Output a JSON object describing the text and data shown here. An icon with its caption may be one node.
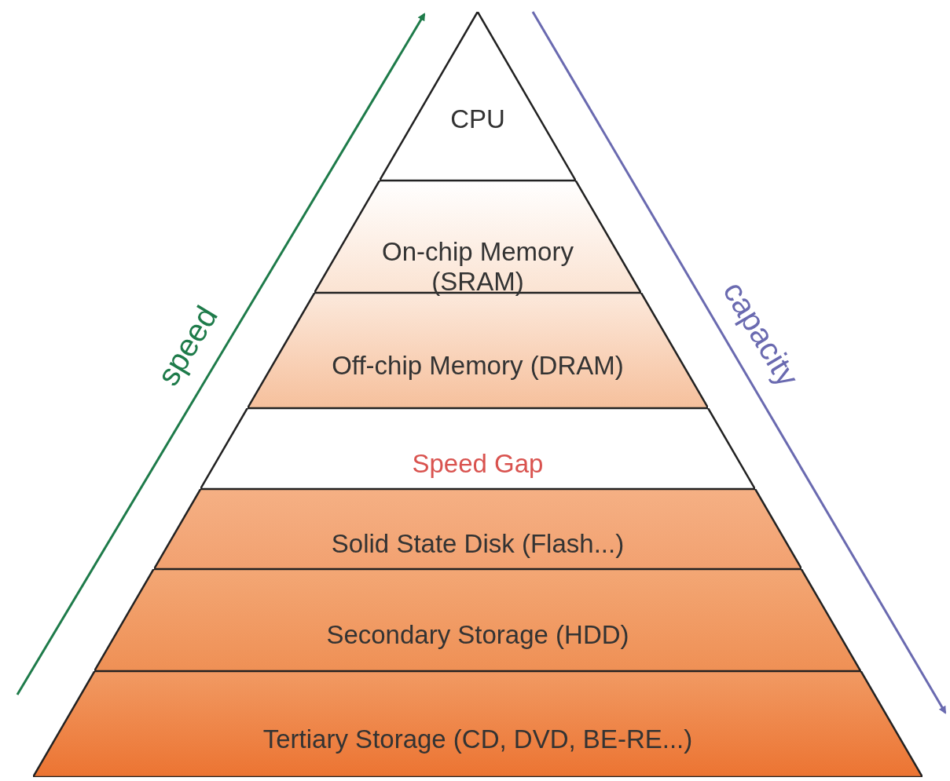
{
  "diagram": {
    "nodes": [
      {
        "text": [
          "CPU"
        ]
      },
      {
        "text": [
          "On-chip Memory (SRAM)"
        ]
      },
      {
        "text": [
          "Off-chip Memory (DRAM)"
        ]
      },
      {
        "text": [
          "Speed Gap"
        ]
      },
      {
        "text": [
          "Solid State Disk (Flash...)"
        ]
      },
      {
        "text": [
          "Secondary Storage (HDD)"
        ]
      },
      {
        "text": [
          "Tertiary Storage (CD, DVD, BE-RE...)"
        ]
      }
    ],
    "labels": [
      "speed",
      "capacity"
    ]
  }
}
